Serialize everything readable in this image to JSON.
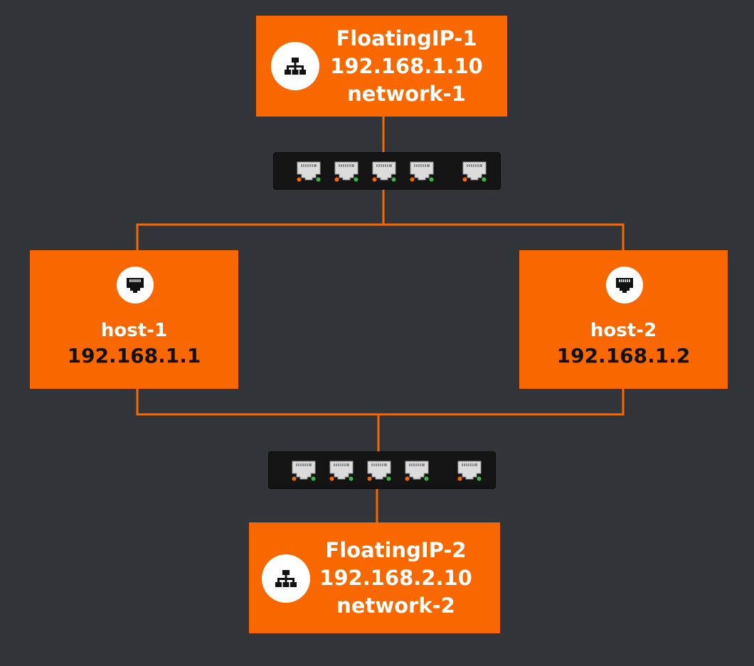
{
  "nodes": {
    "floating_ip_1": {
      "name": "FloatingIP-1",
      "ip": "192.168.1.10",
      "network": "network-1",
      "icon": "network-hierarchy-icon"
    },
    "host_1": {
      "name": "host-1",
      "ip": "192.168.1.1",
      "icon": "ethernet-port-icon"
    },
    "host_2": {
      "name": "host-2",
      "ip": "192.168.1.2",
      "icon": "ethernet-port-icon"
    },
    "floating_ip_2": {
      "name": "FloatingIP-2",
      "ip": "192.168.2.10",
      "network": "network-2",
      "icon": "network-hierarchy-icon"
    }
  },
  "switches": [
    {
      "id": "switch-1",
      "ports": 5,
      "icon": "network-switch-icon"
    },
    {
      "id": "switch-2",
      "ports": 5,
      "icon": "network-switch-icon"
    }
  ],
  "colors": {
    "background": "#313438",
    "node_fill": "#f96800",
    "link": "#f96800",
    "switch_body": "#141414",
    "led_orange": "#f96800",
    "led_green": "#3fb54a"
  }
}
